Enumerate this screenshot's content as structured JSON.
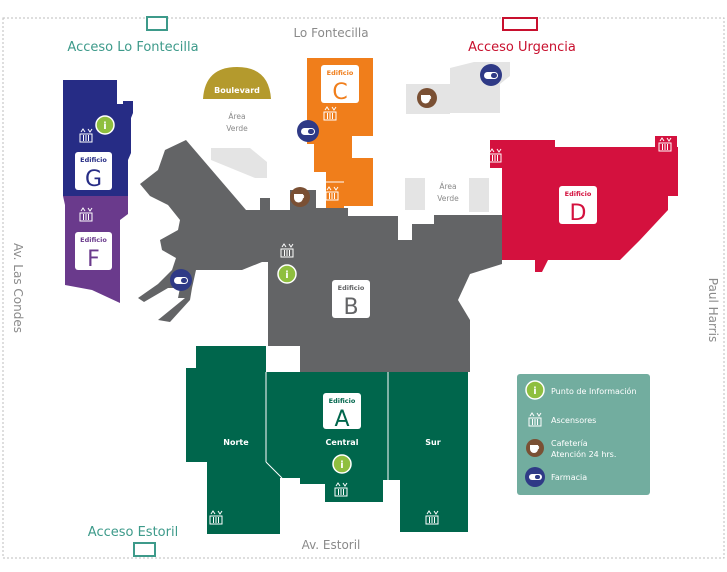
{
  "streets": {
    "north": "Lo Fontecilla",
    "south": "Av. Estoril",
    "west": "Av. Las Condes",
    "east": "Paul Harris"
  },
  "accesses": {
    "fontecilla": "Acceso Lo Fontecilla",
    "urgencia": "Acceso Urgencia",
    "estoril": "Acceso Estoril"
  },
  "buildings": {
    "word": "Edificio",
    "A": "A",
    "B": "B",
    "C": "C",
    "D": "D",
    "F": "F",
    "G": "G"
  },
  "wings": {
    "norte": "Norte",
    "central": "Central",
    "sur": "Sur"
  },
  "areas": {
    "boulevard": "Boulevard",
    "area_verde_1": [
      "Área",
      "Verde"
    ],
    "area_verde_2": [
      "Área",
      "Verde"
    ]
  },
  "legend": {
    "info": "Punto de Información",
    "elevators": "Ascensores",
    "cafeteria_1": "Cafetería",
    "cafeteria_2": "Atención 24 hrs.",
    "pharmacy": "Farmacia"
  },
  "colors": {
    "building_A": "#00664c",
    "building_B": "#636466",
    "building_C": "#f07e1b",
    "building_D": "#d4113e",
    "building_F": "#6a3a8c",
    "building_G": "#262c85",
    "green_area": "#e4e4e4",
    "boulevard": "#b49a2d",
    "legend_bg": "#72ad9f",
    "info_icon": "#8fbf3f",
    "cafe_icon": "#7a5034",
    "pharmacy_icon": "#2f3a86",
    "fontecilla_accent": "#3d9a8a",
    "urgencia_accent": "#c8102e"
  }
}
